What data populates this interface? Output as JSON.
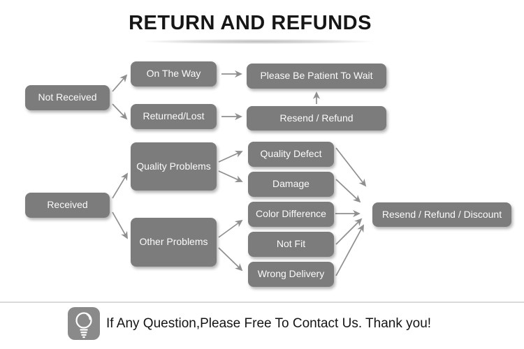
{
  "title": "RETURN AND REFUNDS",
  "nodes": {
    "not_received": "Not Received",
    "on_the_way": "On The Way",
    "returned_lost": "Returned/Lost",
    "please_wait": "Please Be Patient To Wait",
    "resend_refund": "Resend / Refund",
    "received": "Received",
    "quality_problems": "Quality Problems",
    "other_problems": "Other Problems",
    "quality_defect": "Quality Defect",
    "damage": "Damage",
    "color_difference": "Color Difference",
    "not_fit": "Not Fit",
    "wrong_delivery": "Wrong Delivery",
    "resend_refund_discount": "Resend / Refund / Discount"
  },
  "edges": [
    {
      "from": "not_received",
      "to": "on_the_way"
    },
    {
      "from": "not_received",
      "to": "returned_lost"
    },
    {
      "from": "on_the_way",
      "to": "please_wait"
    },
    {
      "from": "returned_lost",
      "to": "resend_refund"
    },
    {
      "from": "resend_refund",
      "to": "please_wait"
    },
    {
      "from": "received",
      "to": "quality_problems"
    },
    {
      "from": "received",
      "to": "other_problems"
    },
    {
      "from": "quality_problems",
      "to": "quality_defect"
    },
    {
      "from": "quality_problems",
      "to": "damage"
    },
    {
      "from": "other_problems",
      "to": "color_difference"
    },
    {
      "from": "other_problems",
      "to": "wrong_delivery"
    },
    {
      "from": "quality_defect",
      "to": "resend_refund_discount"
    },
    {
      "from": "damage",
      "to": "resend_refund_discount"
    },
    {
      "from": "color_difference",
      "to": "resend_refund_discount"
    },
    {
      "from": "not_fit",
      "to": "resend_refund_discount"
    },
    {
      "from": "wrong_delivery",
      "to": "resend_refund_discount"
    }
  ],
  "footer": {
    "icon": "light-bulb-icon",
    "message": "If Any Question,Please Free To Contact Us. Thank you!"
  },
  "colors": {
    "box_fill": "#7c7c7c",
    "box_text": "#fbfbfb",
    "arrow": "#8f8f8f",
    "title_text": "#161616",
    "divider": "#dadada",
    "background": "#ffffff"
  }
}
